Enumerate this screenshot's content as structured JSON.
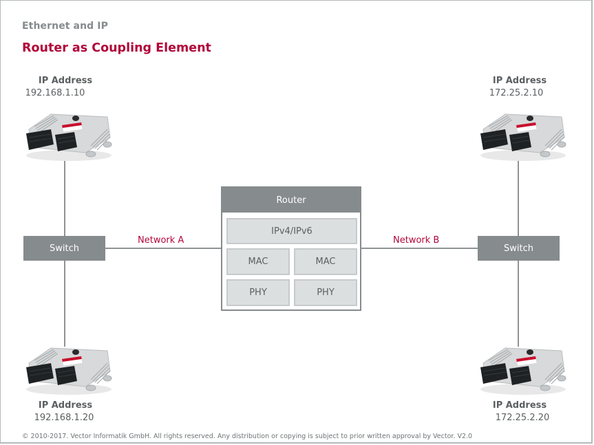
{
  "header": {
    "section": "Ethernet and IP",
    "title": "Router as Coupling Element"
  },
  "colors": {
    "accent": "#b1063a",
    "box_gray": "#868b8d",
    "layer_fill": "#dcdfe0",
    "text_gray": "#5b5f61"
  },
  "devices": [
    {
      "position": "top-left",
      "label": "IP Address",
      "ip": "192.168.1.10",
      "icon": "ecu-icon"
    },
    {
      "position": "top-right",
      "label": "IP Address",
      "ip": "172.25.2.10",
      "icon": "ecu-icon"
    },
    {
      "position": "bottom-left",
      "label": "IP Address",
      "ip": "192.168.1.20",
      "icon": "ecu-icon"
    },
    {
      "position": "bottom-right",
      "label": "IP Address",
      "ip": "172.25.2.20",
      "icon": "ecu-icon"
    }
  ],
  "switches": [
    {
      "label": "Switch",
      "network": "Network A"
    },
    {
      "label": "Switch",
      "network": "Network B"
    }
  ],
  "router": {
    "title": "Router",
    "layers": {
      "network": "IPv4/IPv6",
      "mac_left": "MAC",
      "mac_right": "MAC",
      "phy_left": "PHY",
      "phy_right": "PHY"
    }
  },
  "footer": {
    "copyright": "© 2010-2017. Vector Informatik GmbH. All rights reserved. Any distribution or copying is subject to prior written approval by Vector. V2.0"
  }
}
